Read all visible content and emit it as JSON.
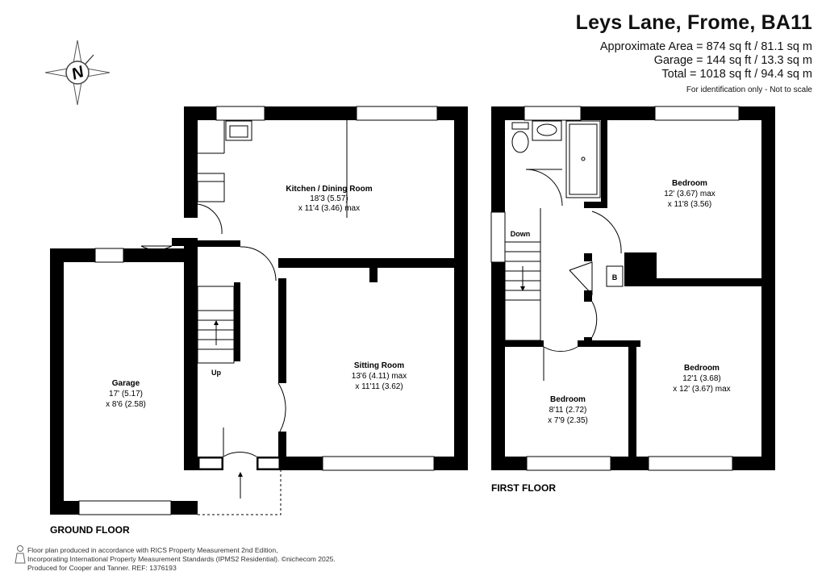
{
  "header": {
    "title": "Leys Lane, Frome, BA11",
    "area_line": "Approximate Area = 874 sq ft / 81.1 sq m",
    "garage_line": "Garage = 144 sq ft / 13.3 sq m",
    "total_line": "Total = 1018 sq ft / 94.4 sq m",
    "note": "For identification only - Not to scale"
  },
  "compass": {
    "label": "N",
    "icon": "compass-rose-icon"
  },
  "ground_floor": {
    "label": "GROUND FLOOR",
    "rooms": [
      {
        "id": "kitchen",
        "name": "Kitchen / Dining Room",
        "dim1": "18'3 (5.57)",
        "dim2": "x 11'4 (3.46) max"
      },
      {
        "id": "sitting",
        "name": "Sitting Room",
        "dim1": "13'6 (4.11) max",
        "dim2": "x 11'11 (3.62)"
      },
      {
        "id": "garage",
        "name": "Garage",
        "dim1": "17' (5.17)",
        "dim2": "x 8'6 (2.58)"
      }
    ],
    "stairs_label": "Up"
  },
  "first_floor": {
    "label": "FIRST FLOOR",
    "rooms": [
      {
        "id": "bed1",
        "name": "Bedroom",
        "dim1": "12' (3.67) max",
        "dim2": "x 11'8 (3.56)"
      },
      {
        "id": "bed2",
        "name": "Bedroom",
        "dim1": "12'1 (3.68)",
        "dim2": "x 12' (3.67) max"
      },
      {
        "id": "bed3",
        "name": "Bedroom",
        "dim1": "8'11 (2.72)",
        "dim2": "x 7'9 (2.35)"
      }
    ],
    "stairs_label": "Down",
    "boiler_label": "B"
  },
  "footer": {
    "line1": "Floor plan produced in accordance with RICS Property Measurement 2nd Edition,",
    "line2": "Incorporating International Property Measurement Standards (IPMS2 Residential). ©nichecom 2025.",
    "line3": "Produced for Cooper and Tanner.   REF: 1376193"
  },
  "colors": {
    "wall": "#000000",
    "background": "#ffffff",
    "text": "#111111"
  }
}
